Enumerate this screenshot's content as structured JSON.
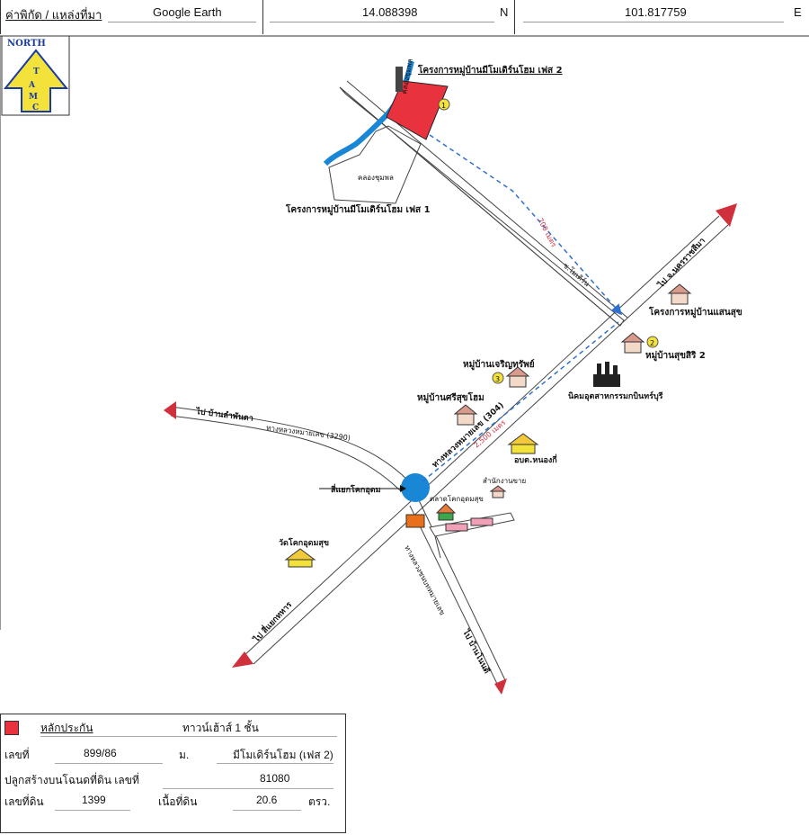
{
  "header": {
    "coord_label": "ค่าพิกัด / แหล่งที่มา",
    "source": "Google Earth",
    "lat": "14.088398",
    "lat_dir": "N",
    "lon": "101.817759",
    "lon_dir": "E"
  },
  "north_badge": {
    "top": "NORTH",
    "letters": [
      "T",
      "A",
      "M",
      "C"
    ]
  },
  "map": {
    "project_phase2": "โครงการหมู่บ้านมีโมเดิร์นโฮม เฟส 2",
    "project_phase1": "โครงการหมู่บ้านมีโมเดิร์นโฮม เฟส 1",
    "canal_1": "คลองชุมพล",
    "canal_2": "คลองชุมพล",
    "dist_700": "700 เมตร",
    "soi": "ซ.โมเดิร์น",
    "road_to_nakhonratchasima": "ไป จ.นครราชสีมา",
    "project_saensuk": "โครงการหมู่บ้านแสนสุข",
    "village_suksiri": "หมู่บ้านสุขสิริ 2",
    "village_charoensap": "หมู่บ้านเจริญทรัพย์",
    "industrial_estate": "นิคมอุตสาหกรรมกบินทร์บุรี",
    "village_srisuk": "หมู่บ้านศรีสุขโฮม",
    "road_to_left": "ไป บ้านลำพันตา",
    "highway_3290": "ทางหลวงหมายเลข (3290)",
    "dist_2500": "2,500 เมตร",
    "highway_304": "ทางหลวงหมายเลข (304)",
    "sao_office": "อบต.หนองกี่",
    "sales_office": "สำนักงานขาย",
    "intersection": "สี่แยกโคกอุดม",
    "market": "ตลาดโคกอุดมสุข",
    "temple": "วัดโคกอุดมสุข",
    "road_to_military": "ไป สี่แยกทหาร",
    "rural_road": "ทางหลวงชนบทหมายเลข",
    "road_to_bottom": "ไป บ้านโนนดี",
    "marker_1": "1",
    "marker_2": "2",
    "marker_3": "3",
    "colors": {
      "site": "#e8323e",
      "canal": "#1a86d6",
      "route": "#2f6fd0",
      "arrow": "#d0303c"
    }
  },
  "legend": {
    "collateral_label": "หลักประกัน",
    "type": "ทาวน์เฮ้าส์ 1 ชั้น",
    "no_label": "เลขที่",
    "no_value": "899/86",
    "village_label": "ม.",
    "village_value": "มีโมเดิร์นโฮม (เฟส 2)",
    "deed_label": "ปลูกสร้างบนโฉนดที่ดิน เลขที่",
    "deed_value": "81080",
    "land_no_label": "เลขที่ดิน",
    "land_no_value": "1399",
    "area_label": "เนื้อที่ดิน",
    "area_value": "20.6",
    "area_unit": "ตรว."
  }
}
